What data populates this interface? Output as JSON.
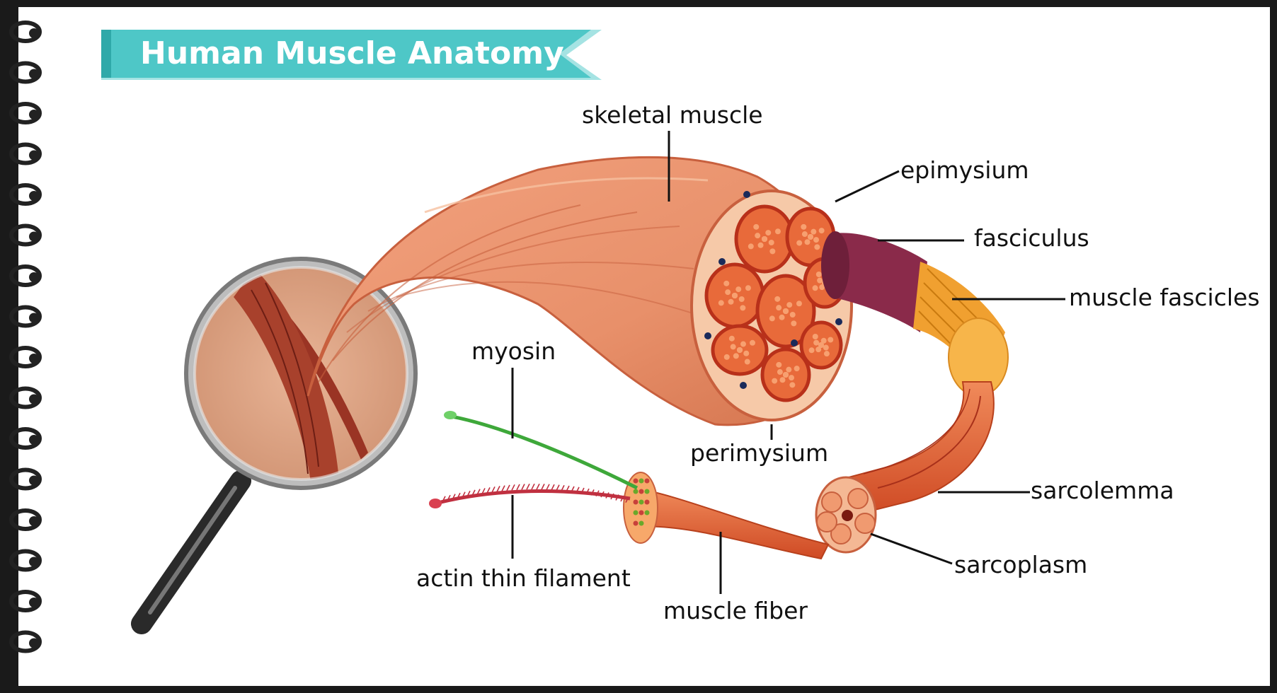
{
  "title": "Human Muscle Anatomy",
  "labels": {
    "skeletal_muscle": "skeletal muscle",
    "epimysium": "epimysium",
    "fasciculus": "fasciculus",
    "muscle_fascicles": "muscle fascicles",
    "myosin": "myosin",
    "perimysium": "perimysium",
    "sarcolemma": "sarcolemma",
    "sarcoplasm": "sarcoplasm",
    "actin_thin_filament": "actin thin filament",
    "muscle_fiber": "muscle fiber"
  },
  "colors": {
    "banner": "#4ec7c7",
    "banner_dark": "#2fa9a9",
    "muscle": "#e8906a",
    "muscle_dark": "#c8603e",
    "fascicle_red": "#d0442a",
    "perimysium_fill": "#f6c9a8",
    "fasciculus_purple": "#8a2a4a",
    "fascicles_yellow": "#f0a030",
    "myosin_green": "#3ea83a",
    "actin_red": "#c03040",
    "lens_skin": "#d9a184"
  },
  "icons": {
    "magnifier": "magnifying-glass-icon",
    "spiral": "spiral-binding-icon"
  }
}
